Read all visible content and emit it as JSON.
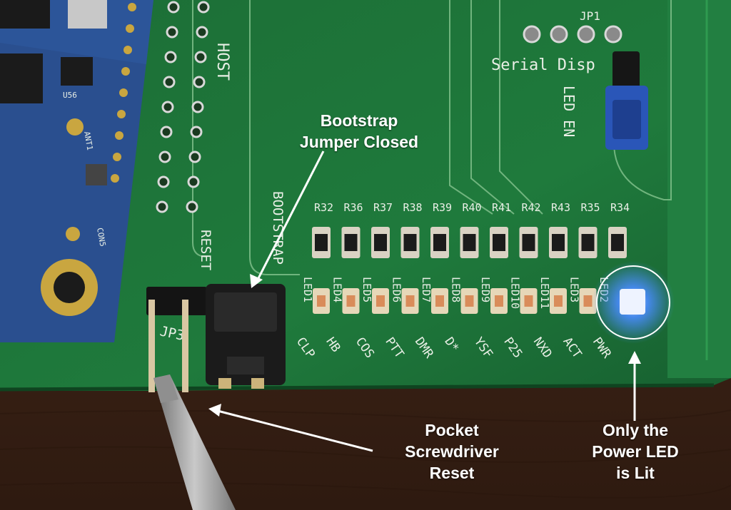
{
  "silkscreen": {
    "jp1": "JP1",
    "serial_disp": "Serial Disp",
    "led_en": "LED EN",
    "host": "HOST",
    "bootstrap": "BOOTSTRAP",
    "reset": "RESET",
    "jp3": "JP3",
    "resistors": [
      "R32",
      "R36",
      "R37",
      "R38",
      "R39",
      "R40",
      "R41",
      "R42",
      "R43",
      "R35",
      "R34"
    ],
    "leds": [
      "LED1",
      "LED4",
      "LED5",
      "LED6",
      "LED7",
      "LED8",
      "LED9",
      "LED10",
      "LED11",
      "LED3",
      "LED2"
    ],
    "signals": [
      "CLP",
      "HB",
      "COS",
      "PTT",
      "DMR",
      "D*",
      "YSF",
      "P25",
      "NXD",
      "ACT",
      "PWR"
    ]
  },
  "board_markings": {
    "chip_label": "U56",
    "antenna_label": "ANT1",
    "connector_label": "CON5"
  },
  "callouts": {
    "bootstrap": [
      "Bootstrap",
      "Jumper Closed"
    ],
    "reset": [
      "Pocket",
      "Screwdriver",
      "Reset"
    ],
    "power_led": [
      "Only the",
      "Power LED",
      "is Lit"
    ]
  },
  "colors": {
    "pcb_green": "#1f7a3c",
    "table_wood": "#3a2418",
    "module_blue": "#2a4f8f",
    "led_glow": "#4a8cff",
    "callout_text": "#ffffff"
  }
}
